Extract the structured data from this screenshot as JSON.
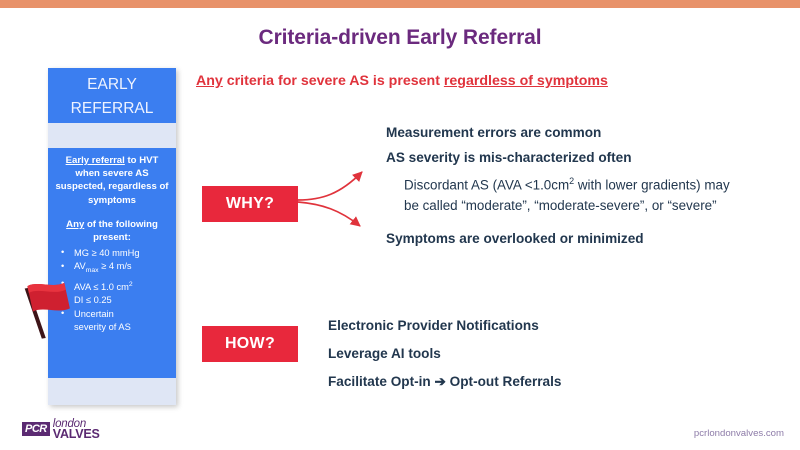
{
  "slide": {
    "title": "Criteria-driven Early Referral",
    "accent_orange": "#e8926a",
    "title_purple": "#6b2a7e",
    "red": "#e8283c",
    "navy": "#22374e",
    "blue": "#3b7ef0"
  },
  "subtitle": {
    "part_any": "Any",
    "part_middle": " criteria for severe AS is present ",
    "part_regardless": "regardless of symptoms"
  },
  "sidebar": {
    "header_line1": "EARLY",
    "header_line2": "REFERRAL",
    "intro_underlined": "Early referral",
    "intro_rest": " to HVT when severe AS suspected, regardless of symptoms",
    "any_underlined": "Any",
    "any_rest": " of the following present:",
    "criteria": [
      "MG ≥ 40 mmHg",
      "AVmax ≥ 4 m/s",
      "AVA ≤ 1.0 cm2",
      "DI ≤ 0.25",
      "Uncertain severity of AS"
    ]
  },
  "why": {
    "label": "WHY?",
    "line1": "Measurement errors are common",
    "line2": "AS severity is mis-characterized often",
    "discordant_a": "Discordant AS (AVA <1.0cm",
    "discordant_sup": "2",
    "discordant_b": " with lower gradients) may be called “moderate”, “moderate-severe”, or “severe”",
    "line3": "Symptoms are overlooked or minimized"
  },
  "how": {
    "label": "HOW?",
    "lines": [
      "Electronic Provider Notifications",
      "Leverage AI tools",
      "Facilitate Opt-in ➔ Opt-out Referrals"
    ]
  },
  "logo": {
    "mark": "PCR",
    "london": "london",
    "valves": "VALVES"
  },
  "footer": {
    "url": "pcrlondonvalves.com"
  }
}
